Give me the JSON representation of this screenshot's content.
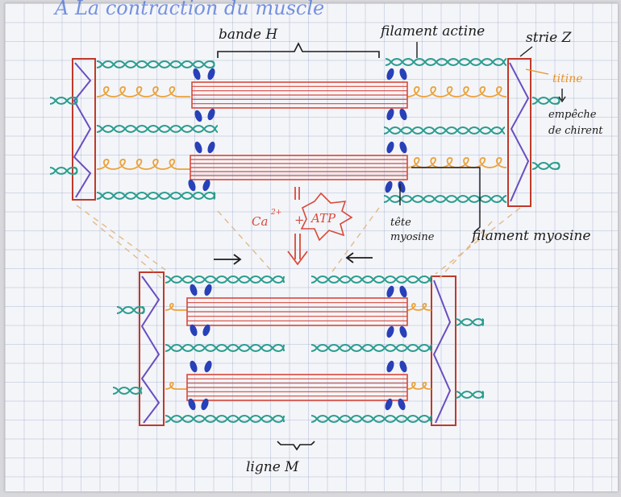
{
  "header_partial": "A La contraction du muscle",
  "labels": {
    "bande_h": "bande H",
    "filament_actine": "filament actine",
    "strie_z": "strie Z",
    "titine": "titine",
    "empeche": "empêche",
    "dechirement": "de chirent",
    "tete": "tête",
    "myosine_head": "myosine",
    "filament_myosine": "filament myosine",
    "ligne_m": "ligne M",
    "calcium": "Ca",
    "calcium_charge": "2+",
    "plus": "+",
    "atp": "ATP",
    "arrow_down_sign": "↓"
  },
  "colors": {
    "actin": "#2a9d8f",
    "myosin": "#d8483a",
    "titin": "#eaa23a",
    "z_disc_frame": "#c0392b",
    "z_disc_line": "#6a4ec0",
    "myosin_head": "#2840b8",
    "annotation": "#1c1c1c",
    "atp_text": "#d84a3a"
  }
}
